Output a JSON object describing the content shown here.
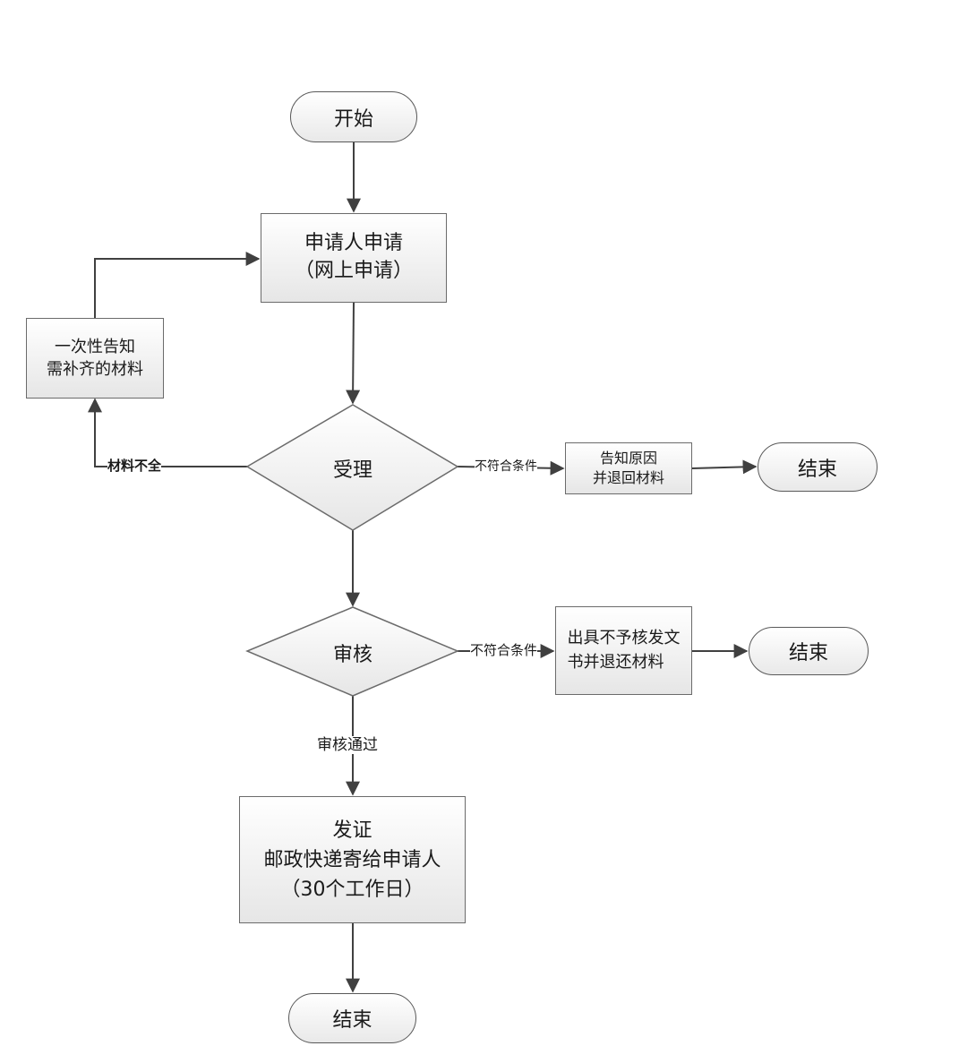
{
  "start": {
    "label": "开始"
  },
  "apply": {
    "lines": [
      "申请人申请",
      "（网上申请）"
    ]
  },
  "supplement": {
    "lines": [
      "一次性告知",
      "需补齐的材料"
    ]
  },
  "accept": {
    "label": "受理"
  },
  "reject_accept": {
    "lines": [
      "告知原因",
      "并退回材料"
    ]
  },
  "end_1": {
    "label": "结束"
  },
  "review": {
    "label": "审核"
  },
  "reject_review": {
    "lines": [
      "出具不予核发文",
      "书并退还材料"
    ]
  },
  "end_2": {
    "label": "结束"
  },
  "issue": {
    "lines": [
      "发证",
      "邮政快递寄给申请人",
      "（30个工作日）"
    ]
  },
  "end_3": {
    "label": "结束"
  },
  "edges": {
    "incomplete": "材料不全",
    "not_qualified_1": "不符合条件",
    "not_qualified_2": "不符合条件",
    "review_passed": "审核通过"
  },
  "colors": {
    "stroke": "#404040",
    "fill_top": "#ffffff",
    "fill_bottom": "#e6e6e6"
  }
}
